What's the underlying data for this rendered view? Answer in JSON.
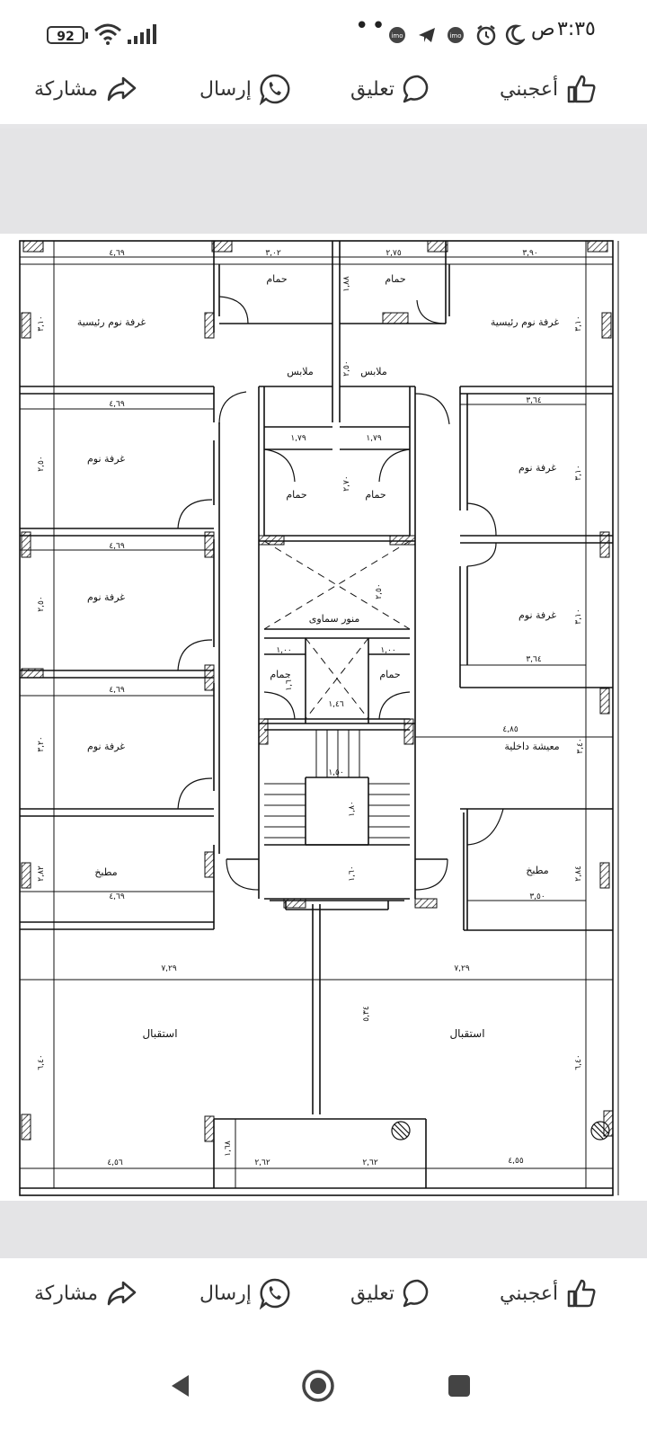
{
  "status_bar": {
    "time": "٣:٣٥",
    "am_pm": "ص",
    "battery": "92"
  },
  "actions": {
    "like": "أعجبني",
    "comment": "تعليق",
    "send": "إرسال",
    "share": "مشاركة"
  },
  "plan": {
    "rooms": {
      "master_bedroom": "غرفة نوم رئيسية",
      "bedroom": "غرفة نوم",
      "bathroom": "حمام",
      "closet": "ملابس",
      "skylight": "منور سماوى",
      "inner_living": "معيشة داخلية",
      "kitchen": "مطبخ",
      "reception": "استقبال"
    },
    "dims": {
      "d_4_69": "٤,٦٩",
      "d_3_02": "٣,٠٢",
      "d_2_75": "٢,٧٥",
      "d_3_90": "٣,٩٠",
      "d_1_88": "١,٨٨",
      "d_2_50": "٢,٥٠",
      "d_3_64": "٣,٦٤",
      "d_1_79": "١,٧٩",
      "d_2_70": "٢,٧٠",
      "d_1_00": "١,٠٠",
      "d_1_46": "١,٤٦",
      "d_1_50": "١,٥٠",
      "d_1_80": "١,٨٠",
      "d_4_85": "٤,٨٥",
      "d_3_40": "٣,٤٠",
      "d_3_20": "٣,٢٠",
      "d_2_82": "٢,٨٢",
      "d_2_84": "٢,٨٤",
      "d_3_50": "٣,٥٠",
      "d_7_29": "٧,٢٩",
      "d_5_34": "٥,٣٤",
      "d_6_40": "٦,٤٠",
      "d_4_56": "٤,٥٦",
      "d_2_62": "٢,٦٢",
      "d_4_55": "٤,٥٥",
      "d_1_68": "١,٦٨",
      "d_3_10": "٣,١٠",
      "d_1_60": "١,٦٠"
    }
  }
}
